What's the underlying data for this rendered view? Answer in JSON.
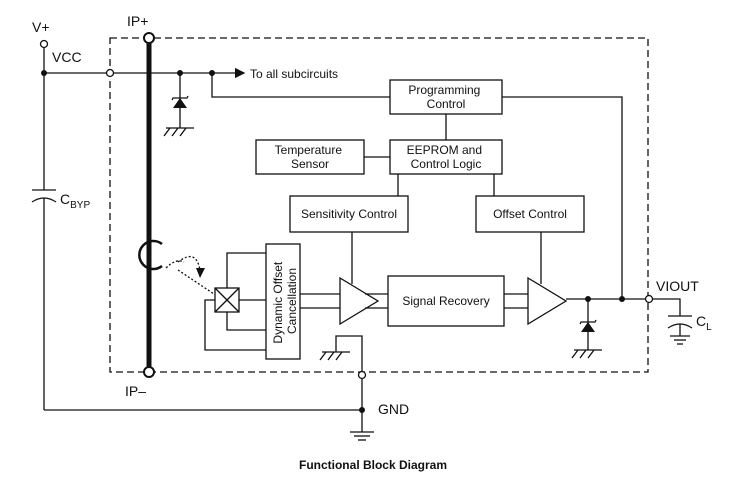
{
  "caption": "Functional Block Diagram",
  "pins": {
    "v_plus": "V+",
    "vcc": "VCC",
    "ip_plus": "IP+",
    "ip_minus": "IP–",
    "viout": "VIOUT",
    "gnd": "GND"
  },
  "components": {
    "cbyp_main": "C",
    "cbyp_sub": "BYP",
    "cl_main": "C",
    "cl_sub": "L"
  },
  "annotations": {
    "to_all": "To all subcircuits"
  },
  "blocks": {
    "programming_control": [
      "Programming",
      "Control"
    ],
    "temperature_sensor": [
      "Temperature",
      "Sensor"
    ],
    "eeprom": [
      "EEPROM and",
      "Control Logic"
    ],
    "sensitivity_control": "Sensitivity Control",
    "offset_control": "Offset Control",
    "signal_recovery": "Signal Recovery",
    "dynamic_offset": [
      "Dynamic Offset",
      "Cancellation"
    ]
  }
}
